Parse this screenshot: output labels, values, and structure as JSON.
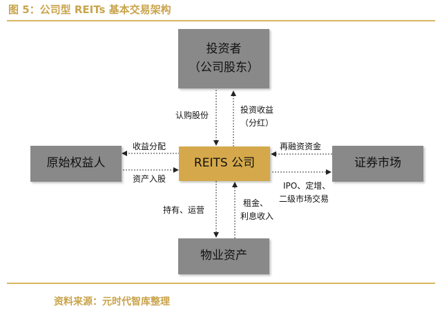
{
  "title": "图 5：公司型 REITs 基本交易架构",
  "nodes": {
    "investor_line1": "投资者",
    "investor_line2": "（公司股东）",
    "reits": "REITS 公司",
    "original": "原始权益人",
    "market": "证券市场",
    "property": "物业资产"
  },
  "edges": {
    "subscribe": "认购股份",
    "return_line1": "投资收益",
    "return_line2": "（分红）",
    "distribution": "收益分配",
    "asset_in": "资产入股",
    "refinance": "再融资资金",
    "ipo_line1": "IPO、定增、",
    "ipo_line2": "二级市场交易",
    "hold": "持有、运营",
    "rent_line1": "租金、",
    "rent_line2": "利息收入"
  },
  "source": "资料来源：元时代智库整理"
}
